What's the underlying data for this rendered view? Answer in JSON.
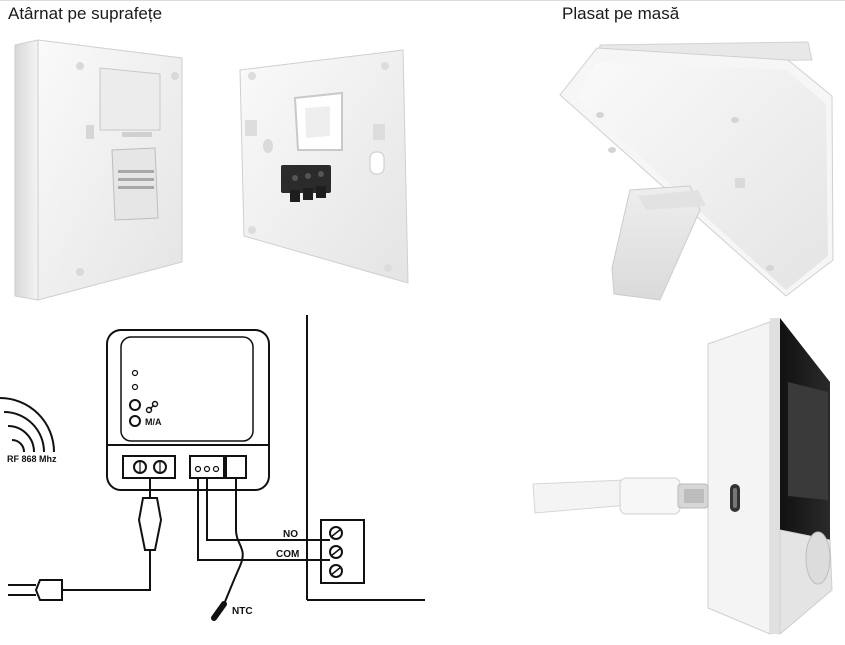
{
  "headings": {
    "surface_mounted": "Atârnat pe suprafețe",
    "table_placed": "Plasat pe masă"
  },
  "diagram": {
    "rf_label": "RF 868 Mhz",
    "ma_label": "M/A",
    "no_label": "NO",
    "com_label": "COM",
    "ntc_label": "NTC"
  }
}
